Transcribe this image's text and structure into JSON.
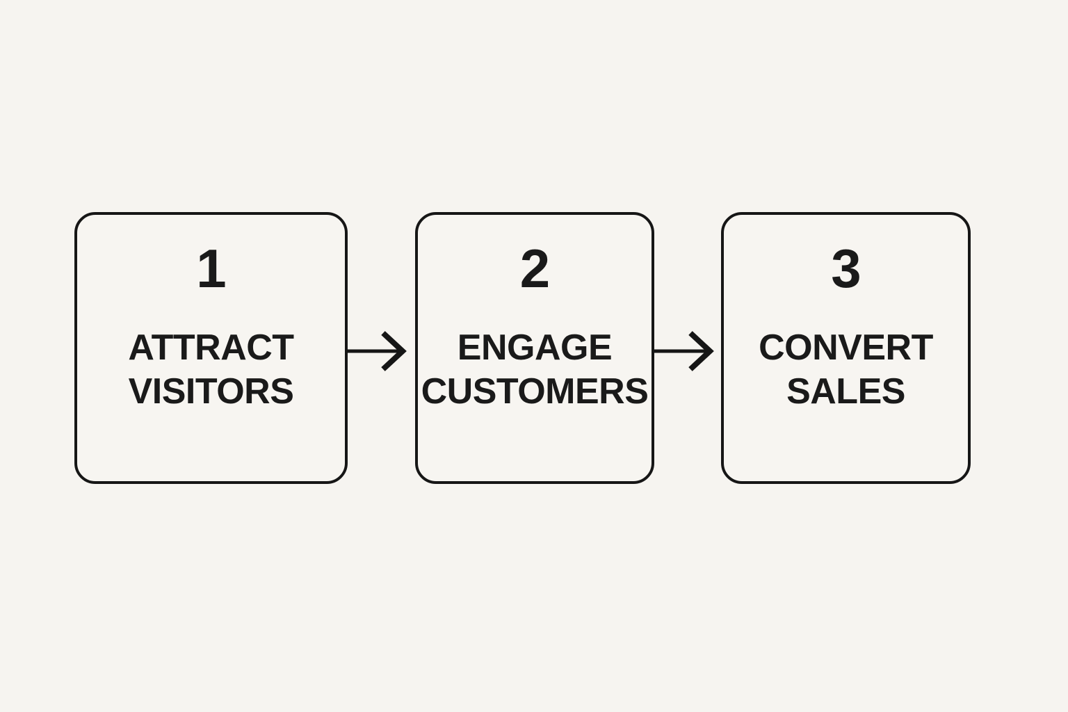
{
  "diagram": {
    "title": "three-step funnel flow",
    "background_color": "#f6f4f0",
    "box_border_color": "#161616",
    "text_color": "#1a1a1a",
    "steps": [
      {
        "number": "1",
        "label": "ATTRACT\nVISITORS"
      },
      {
        "number": "2",
        "label": "ENGAGE\nCUSTOMERS"
      },
      {
        "number": "3",
        "label": "CONVERT\nSALES"
      }
    ],
    "connector": "right-arrow"
  }
}
